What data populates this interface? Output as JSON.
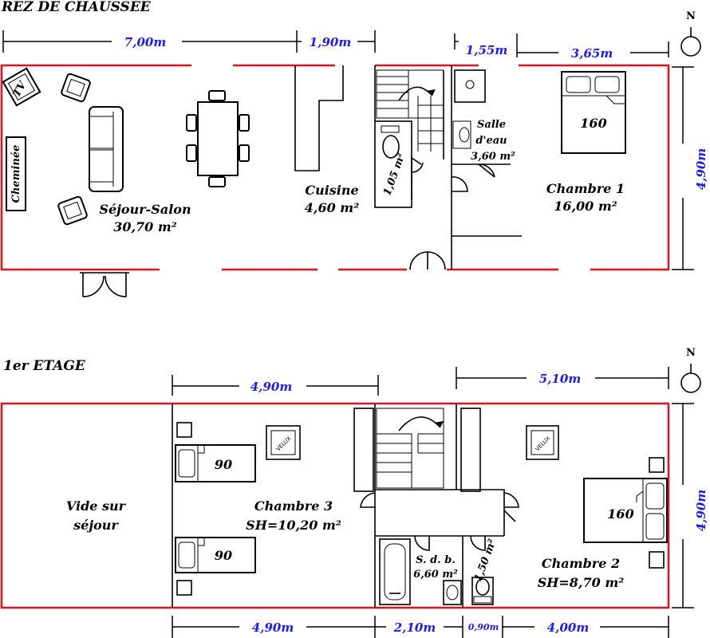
{
  "ground_floor": {
    "title": "REZ DE CHAUSSEE",
    "dimensions": {
      "d1": "7,00m",
      "d2": "1,90m",
      "d3": "1,55m",
      "d4": "3,65m",
      "side": "4,90m"
    },
    "rooms": {
      "sejour_name": "Séjour-Salon",
      "sejour_area": "30,70 m²",
      "cuisine_name": "Cuisine",
      "cuisine_area": "4,60 m²",
      "wc_area": "1,05 m²",
      "salle_line1": "Salle",
      "salle_line2": "d'eau",
      "salle_area": "3,60 m²",
      "chambre1_name": "Chambre 1",
      "chambre1_area": "16,00 m²"
    },
    "labels": {
      "tv": "TV",
      "cheminee": "Cheminée",
      "bed": "160"
    }
  },
  "upper_floor": {
    "title": "1er ETAGE",
    "dimensions": {
      "top1": "4,90m",
      "top2": "5,10m",
      "side": "4,90m",
      "b1": "4,90m",
      "b2": "2,10m",
      "b3": "0,90m",
      "b4": "4,00m"
    },
    "rooms": {
      "vide_line1": "Vide sur",
      "vide_line2": "séjour",
      "chambre3_name": "Chambre 3",
      "chambre3_area": "SH=10,20 m²",
      "sdb_name": "S. d. b.",
      "sdb_area": "6,60 m²",
      "wc_area": "1,50 m²",
      "chambre2_name": "Chambre 2",
      "chambre2_area": "SH=8,70 m²"
    },
    "labels": {
      "bed_single_1": "90",
      "bed_single_2": "90",
      "bed_double": "160",
      "velux_1": "VELUX",
      "velux_2": "VELUX"
    }
  },
  "compass": {
    "north_label": "N"
  },
  "colors": {
    "wall": "#e0141e",
    "dimension_text": "#1a1aff"
  }
}
